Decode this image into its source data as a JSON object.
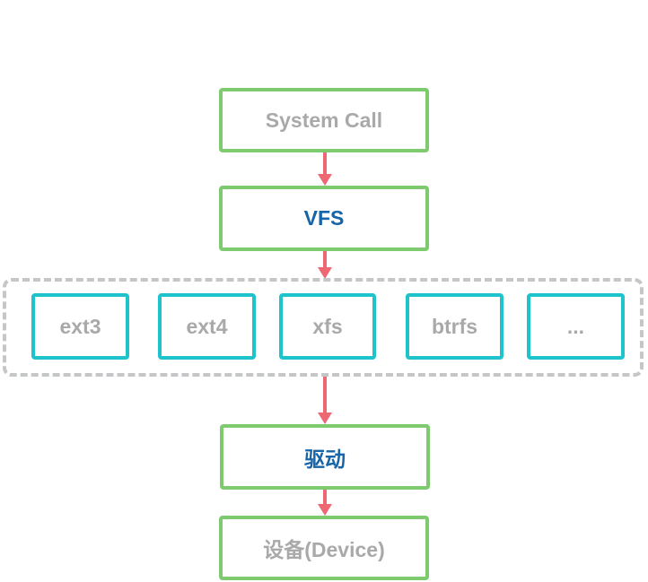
{
  "diagram": {
    "system_call": "System Call",
    "vfs": "VFS",
    "filesystems": [
      "ext3",
      "ext4",
      "xfs",
      "btrfs",
      "..."
    ],
    "driver": "驱动",
    "device": "设备(Device)",
    "colors": {
      "green_border": "#7dcb6e",
      "teal_border": "#1ec3cc",
      "dashed_group": "#c4c6c8",
      "arrow": "#ee6874",
      "gray_text": "#a9a9a9",
      "blue_text": "#1565a8"
    }
  }
}
